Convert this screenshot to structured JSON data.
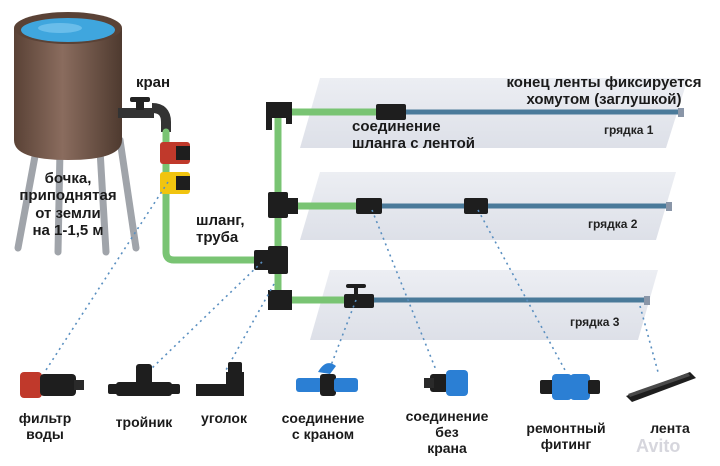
{
  "labels": {
    "tap": "кран",
    "barrel_lines": [
      "бочка,",
      "приподнятая",
      "от земли",
      "на 1-1,5 м"
    ],
    "hose_lines": [
      "шланг,",
      "труба"
    ],
    "connection_lines": [
      "соединение",
      "шланга с лентой"
    ],
    "tape_end_lines": [
      "конец ленты фиксируется",
      "хомутом (заглушкой)"
    ],
    "beds": [
      "грядка 1",
      "грядка 2",
      "грядка 3"
    ]
  },
  "parts": [
    {
      "name": "filter",
      "label_lines": [
        "фильтр",
        "воды"
      ]
    },
    {
      "name": "tee",
      "label_lines": [
        "тройник"
      ]
    },
    {
      "name": "elbow",
      "label_lines": [
        "уголок"
      ]
    },
    {
      "name": "valve-connector",
      "label_lines": [
        "соединение",
        "с краном"
      ]
    },
    {
      "name": "plain-connector",
      "label_lines": [
        "соединение",
        "без",
        "крана"
      ]
    },
    {
      "name": "repair-fitting",
      "label_lines": [
        "ремонтный",
        "фитинг"
      ]
    },
    {
      "name": "tape",
      "label_lines": [
        "лента"
      ]
    }
  ],
  "watermark": "Avito",
  "colors": {
    "barrel": "#6e5447",
    "water": "#3fa6de",
    "hose": "#8fd08a",
    "tape": "#4a7a9a",
    "fitting": "#1e1e1e",
    "connector_blue": "#2b7fd4",
    "filter_red": "#c0392b",
    "filter_yellow": "#f1c40f",
    "dotted": "#5a8fc0",
    "bed": "#e6e8ee"
  }
}
